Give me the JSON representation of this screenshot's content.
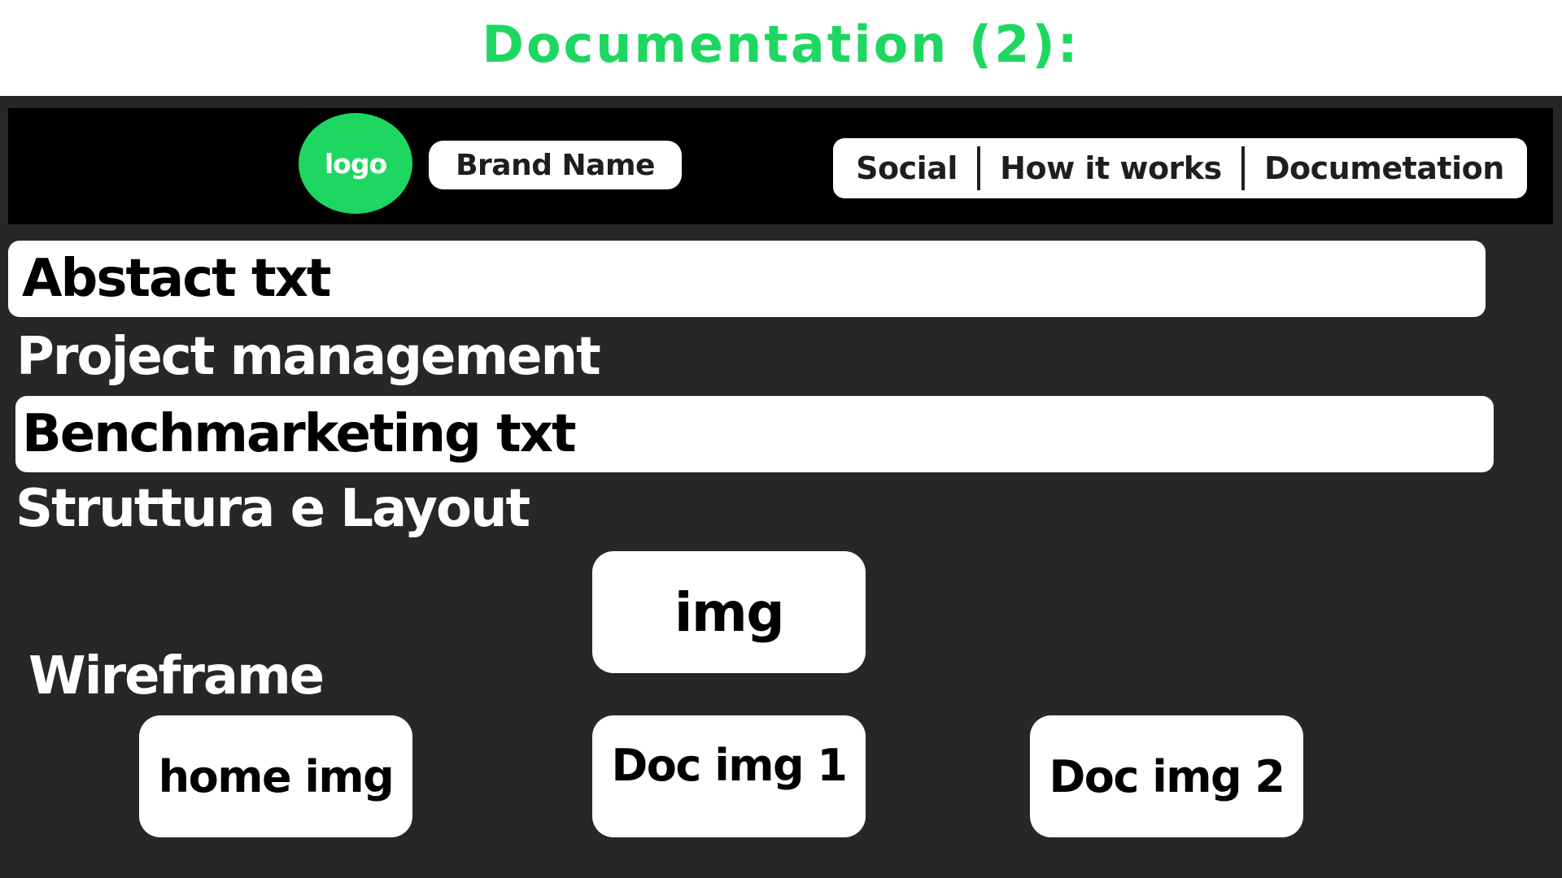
{
  "page": {
    "title": "Documentation (2):"
  },
  "navbar": {
    "logo_label": "logo",
    "brand_name": "Brand Name",
    "links": [
      {
        "label": "Social"
      },
      {
        "label": "How it works"
      },
      {
        "label": "Documetation"
      }
    ]
  },
  "sections": {
    "abstract": "Abstact txt",
    "project_management": "Project management",
    "benchmarketing": "Benchmarketing txt",
    "structure_layout": "Struttura e Layout",
    "wireframe": "Wireframe"
  },
  "cards": {
    "img": "img",
    "home_img": "home img",
    "doc_img_1": "Doc img 1",
    "doc_img_2": "Doc img 2"
  },
  "colors": {
    "accent": "#1ed760",
    "canvas_bg": "#272727",
    "navbar_bg": "#000000"
  }
}
